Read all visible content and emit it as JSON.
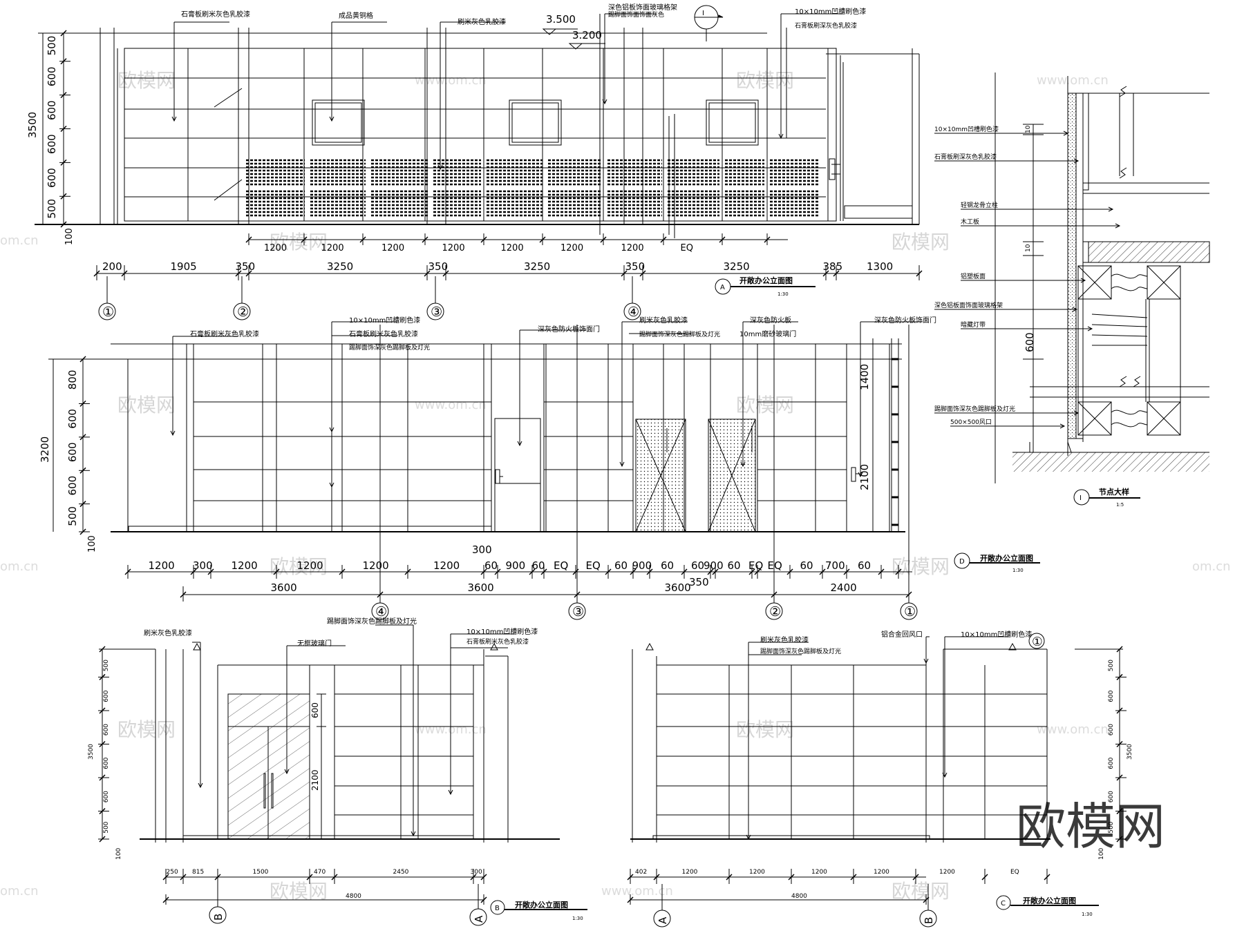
{
  "watermark": {
    "logo": "欧模网",
    "site": "www.om.cn",
    "edge": "om.cn"
  },
  "elev_A": {
    "heights": [
      "500",
      "600",
      "600",
      "600",
      "600",
      "500"
    ],
    "total_height": "3500",
    "base": "100",
    "levels": [
      "3.500",
      "3.200"
    ],
    "modules": [
      "1200",
      "1200",
      "1200",
      "1200",
      "1200",
      "1200",
      "1200",
      "EQ"
    ],
    "segments": [
      "200",
      "1905",
      "350",
      "3250",
      "350",
      "3250",
      "350",
      "3250",
      "385",
      "1300"
    ],
    "axes": [
      "①",
      "②",
      "③",
      "④"
    ],
    "notes": [
      "石膏板刷米灰色乳胶漆",
      "成品黄铜格",
      "刷米灰色乳胶漆",
      "深色铝板饰面玻璃格架",
      "踢脚面饰面饰面灰色",
      "10×10mm凹槽刷色漆",
      "石膏板刷深灰色乳胶漆"
    ],
    "section_mark": "I",
    "title": "开敞办公立面图",
    "scale": "1:30",
    "label": "A"
  },
  "elev_D": {
    "heights": [
      "800",
      "600",
      "600",
      "600",
      "500"
    ],
    "total_height": "3200",
    "base": "100",
    "door_dims": [
      "1400",
      "2100"
    ],
    "row1": [
      "1200",
      "300",
      "1200",
      "1200",
      "1200",
      "1200",
      "60",
      "900",
      "60",
      "EQ",
      "EQ",
      "60",
      "900",
      "60",
      "60",
      "900",
      "60",
      "EQ",
      "EQ",
      "60",
      "700",
      "60"
    ],
    "row1_extra": [
      "300",
      "350"
    ],
    "row2": [
      "3600",
      "3600",
      "3600",
      "2400"
    ],
    "axes": [
      "④",
      "③",
      "②",
      "①"
    ],
    "notes": [
      "石膏板刷米灰色乳胶漆",
      "10×10mm凹槽刷色漆",
      "石膏板刷米灰色乳胶漆",
      "踢脚面饰深灰色踢脚板及灯光",
      "深灰色防火板饰面门",
      "刷米灰色乳胶漆",
      "踢脚面饰深灰色踢脚板及灯光",
      "深灰色防火板",
      "10mm磨砂玻璃门",
      "深灰色防火板饰面门"
    ],
    "title": "开敞办公立面图",
    "scale": "1:30",
    "label": "D"
  },
  "detail_I": {
    "notes": [
      "10×10mm凹槽刷色漆",
      "石膏板刷深灰色乳胶漆",
      "轻钢龙骨立柱",
      "木工板",
      "铝塑板面",
      "深色铝板面饰面玻璃格架",
      "暗藏灯带",
      "踢脚面饰深灰色踢脚板及灯光",
      "500×500风口"
    ],
    "dims": [
      "10",
      "10",
      "600"
    ],
    "title": "节点大样",
    "scale": "1:5",
    "label": "I"
  },
  "elev_B": {
    "heights": [
      "500",
      "600",
      "600",
      "600",
      "600",
      "500"
    ],
    "total_height": "3500",
    "base": "100",
    "door_dims": [
      "600",
      "2100"
    ],
    "segments": [
      "250",
      "815",
      "1500",
      "470",
      "2450",
      "300"
    ],
    "total": "4800",
    "axes": [
      "B",
      "A"
    ],
    "notes": [
      "刷米灰色乳胶漆",
      "无框玻璃门",
      "踢脚面饰深灰色踢脚板及灯光",
      "10×10mm凹槽刷色漆",
      "石膏板刷米灰色乳胶漆"
    ],
    "title": "开敞办公立面图",
    "scale": "1:30",
    "label": "B"
  },
  "elev_C": {
    "heights": [
      "500",
      "600",
      "600",
      "600",
      "600",
      "500"
    ],
    "total_height": "3500",
    "base": "100",
    "segments": [
      "402",
      "1200",
      "1200",
      "1200",
      "1200",
      "1200",
      "EQ"
    ],
    "total": "4800",
    "axes": [
      "A",
      "B",
      "①"
    ],
    "notes": [
      "刷米灰色乳胶漆",
      "踢脚面饰深灰色踢脚板及灯光",
      "铝合金回风口",
      "10×10mm凹槽刷色漆"
    ],
    "title": "开敞办公立面图",
    "scale": "1:30",
    "label": "C"
  }
}
